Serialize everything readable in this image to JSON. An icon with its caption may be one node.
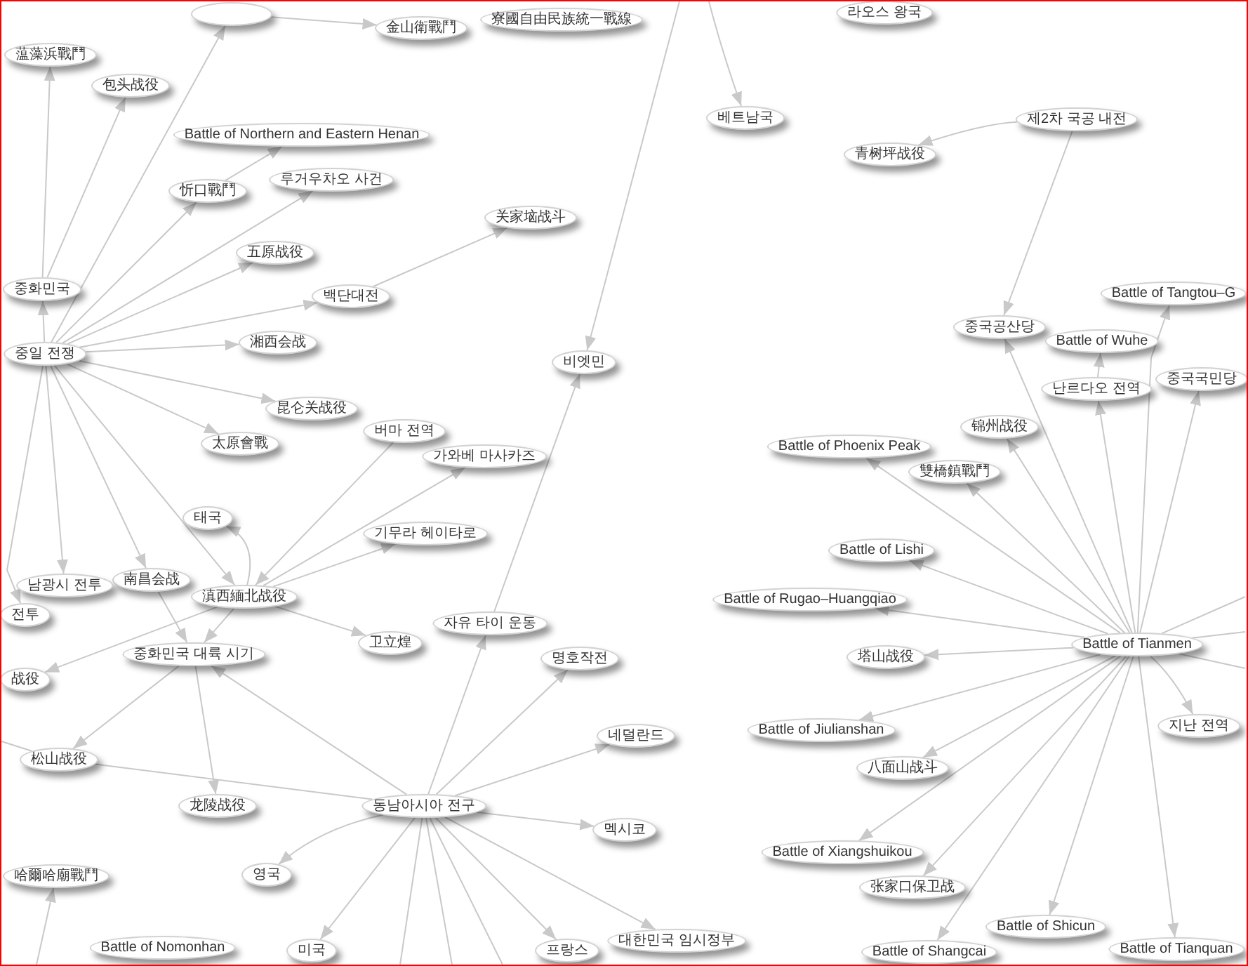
{
  "diagram": {
    "nodes": [
      {
        "text": [],
        "shape": "ellipse"
      },
      {
        "text": [
          "라오스 왕국"
        ]
      },
      {
        "text": [
          "寮國自由民族統一戰線"
        ]
      },
      {
        "text": [
          "金山衛戰鬥"
        ]
      },
      {
        "text": [
          "蕰藻浜戰鬥"
        ]
      },
      {
        "text": [
          "包头战役"
        ]
      },
      {
        "text": [
          "베트남국"
        ]
      },
      {
        "text": [
          "제2차 국공 내전"
        ]
      },
      {
        "text": [
          "Battle of Northern and Eastern Henan"
        ]
      },
      {
        "text": [
          "青树坪战役"
        ]
      },
      {
        "text": [
          "루거우차오 사건"
        ]
      },
      {
        "text": [
          "忻口戰鬥"
        ]
      },
      {
        "text": [
          "关家垴战斗"
        ]
      },
      {
        "text": [
          "五原战役"
        ]
      },
      {
        "text": [
          "중화민국"
        ]
      },
      {
        "text": [
          "Battle of Tangtou–G"
        ]
      },
      {
        "text": [
          "백단대전"
        ]
      },
      {
        "text": [
          "중국공산당"
        ]
      },
      {
        "text": [
          "Battle of Wuhe"
        ]
      },
      {
        "text": [
          "湘西会战"
        ]
      },
      {
        "text": [
          "중일 전쟁"
        ]
      },
      {
        "text": [
          "비엣민"
        ]
      },
      {
        "text": [
          "중국국민당"
        ]
      },
      {
        "text": [
          "난르다오 전역"
        ]
      },
      {
        "text": [
          "昆仑关战役"
        ]
      },
      {
        "text": [
          "锦州战役"
        ]
      },
      {
        "text": [
          "버마 전역"
        ]
      },
      {
        "text": [
          "太原會戰"
        ]
      },
      {
        "text": [
          "Battle of Phoenix Peak"
        ]
      },
      {
        "text": [
          "가와베 마사카즈"
        ]
      },
      {
        "text": [
          "雙橋鎮戰鬥"
        ]
      },
      {
        "text": [
          "태국"
        ]
      },
      {
        "text": [
          "기무라 헤이타로"
        ]
      },
      {
        "text": [
          "Battle of Lishi"
        ]
      },
      {
        "text": [
          "南昌会战"
        ]
      },
      {
        "text": [
          "남광시 전투"
        ]
      },
      {
        "text": [
          "滇西緬北战役"
        ]
      },
      {
        "text": [
          "Battle of Rugao–Huangqiao"
        ]
      },
      {
        "text": [
          "전투"
        ]
      },
      {
        "text": [
          "자유 타이 운동"
        ]
      },
      {
        "text": [
          "卫立煌"
        ]
      },
      {
        "text": [
          "Battle of Tianmen"
        ]
      },
      {
        "text": [
          "중화민국 대륙 시기"
        ]
      },
      {
        "text": [
          "塔山战役"
        ]
      },
      {
        "text": [
          "명호작전"
        ]
      },
      {
        "text": [
          "战役"
        ]
      },
      {
        "text": [
          "지난 전역"
        ]
      },
      {
        "text": [
          "Battle of Jiulianshan"
        ]
      },
      {
        "text": [
          "네덜란드"
        ]
      },
      {
        "text": [
          "松山战役"
        ]
      },
      {
        "text": [
          "八面山战斗"
        ]
      },
      {
        "text": [
          "동남아시아 전구"
        ]
      },
      {
        "text": [
          "龙陵战役"
        ]
      },
      {
        "text": [
          "멕시코"
        ]
      },
      {
        "text": [
          "Battle of Xiangshuikou"
        ]
      },
      {
        "text": [
          "张家口保卫战"
        ]
      },
      {
        "text": [
          "영국"
        ]
      },
      {
        "text": [
          "哈爾哈廟戰鬥"
        ]
      },
      {
        "text": [
          "Battle of Shicun"
        ]
      },
      {
        "text": [
          "대한민국 임시정부"
        ]
      },
      {
        "text": [
          "Battle of Tianquan"
        ]
      },
      {
        "text": [
          "Battle of Nomonhan"
        ]
      },
      {
        "text": [
          "프랑스"
        ]
      },
      {
        "text": [
          "미국"
        ]
      },
      {
        "text": [
          "Battle of Shangcai"
        ]
      }
    ],
    "edges": [
      {
        "from": 20,
        "to": 0,
        "arrow": "to"
      },
      {
        "from": 0,
        "to": 3,
        "arrow": "to"
      },
      {
        "from": 20,
        "to": 14,
        "arrow": "to"
      },
      {
        "from": 14,
        "to": 4,
        "arrow": "to"
      },
      {
        "from": 14,
        "to": 5,
        "arrow": "to"
      },
      {
        "from": 11,
        "to": 8,
        "arrow": "to"
      },
      {
        "from": 20,
        "to": 11,
        "arrow": "to"
      },
      {
        "from": 20,
        "to": 10,
        "arrow": "to"
      },
      {
        "from": 20,
        "to": 13,
        "arrow": "to"
      },
      {
        "from": 20,
        "to": 16,
        "arrow": "to"
      },
      {
        "from": 16,
        "to": 12,
        "arrow": "to"
      },
      {
        "from": 20,
        "to": 19,
        "arrow": "to"
      },
      {
        "from": 20,
        "to": 24,
        "arrow": "to"
      },
      {
        "from": 20,
        "to": 27,
        "arrow": "to"
      },
      {
        "from": 20,
        "to": 36,
        "arrow": "to"
      },
      {
        "from": 20,
        "to": 34,
        "arrow": "to"
      },
      {
        "from": 20,
        "to": 35,
        "arrow": "to"
      },
      {
        "from": 20,
        "to": 38,
        "arrow": "to"
      },
      {
        "from": 7,
        "to": 9,
        "arrow": "to"
      },
      {
        "from": 7,
        "to": 17,
        "arrow": "to"
      },
      {
        "from": null,
        "to": 21,
        "arrow": "to"
      },
      {
        "from": null,
        "to": 6,
        "arrow": "to"
      },
      {
        "from": 36,
        "to": 31,
        "arrow": "to"
      },
      {
        "from": 26,
        "to": 36,
        "arrow": "to"
      },
      {
        "from": 36,
        "to": 29,
        "arrow": "to"
      },
      {
        "from": 36,
        "to": 32,
        "arrow": "to"
      },
      {
        "from": 36,
        "to": 40,
        "arrow": "to"
      },
      {
        "from": 36,
        "to": 42,
        "arrow": "to"
      },
      {
        "from": 36,
        "to": 45,
        "arrow": "to"
      },
      {
        "from": 34,
        "to": 42,
        "arrow": "to"
      },
      {
        "from": 51,
        "to": 42,
        "arrow": "to"
      },
      {
        "from": 42,
        "to": 49,
        "arrow": "to"
      },
      {
        "from": 42,
        "to": 52,
        "arrow": "to"
      },
      {
        "from": 49,
        "to": 51,
        "arrow": "none"
      },
      {
        "from": null,
        "to": 49,
        "arrow": "none"
      },
      {
        "from": 51,
        "to": 39,
        "arrow": "to"
      },
      {
        "from": 39,
        "to": 21,
        "arrow": "to"
      },
      {
        "from": 51,
        "to": 44,
        "arrow": "to"
      },
      {
        "from": 51,
        "to": 48,
        "arrow": "to"
      },
      {
        "from": 51,
        "to": 53,
        "arrow": "to"
      },
      {
        "from": 51,
        "to": 56,
        "arrow": "to"
      },
      {
        "from": 51,
        "to": 63,
        "arrow": "to"
      },
      {
        "from": 51,
        "to": 62,
        "arrow": "to"
      },
      {
        "from": 51,
        "to": 59,
        "arrow": "to"
      },
      {
        "from": 51,
        "to": null,
        "arrow": "none"
      },
      {
        "from": 51,
        "to": null,
        "arrow": "none"
      },
      {
        "from": 51,
        "to": null,
        "arrow": "none"
      },
      {
        "from": null,
        "to": 57,
        "arrow": "to"
      },
      {
        "from": 41,
        "to": 15,
        "arrow": "to"
      },
      {
        "from": 41,
        "to": 17,
        "arrow": "to"
      },
      {
        "from": 23,
        "to": 18,
        "arrow": "to"
      },
      {
        "from": 41,
        "to": 23,
        "arrow": "to"
      },
      {
        "from": 41,
        "to": 22,
        "arrow": "to"
      },
      {
        "from": 41,
        "to": 25,
        "arrow": "to"
      },
      {
        "from": 41,
        "to": 28,
        "arrow": "to"
      },
      {
        "from": 41,
        "to": 30,
        "arrow": "to"
      },
      {
        "from": 41,
        "to": 33,
        "arrow": "to"
      },
      {
        "from": 41,
        "to": 37,
        "arrow": "to"
      },
      {
        "from": 41,
        "to": 43,
        "arrow": "to"
      },
      {
        "from": 41,
        "to": 47,
        "arrow": "to"
      },
      {
        "from": 41,
        "to": 50,
        "arrow": "to"
      },
      {
        "from": 41,
        "to": 54,
        "arrow": "to"
      },
      {
        "from": 41,
        "to": 55,
        "arrow": "to"
      },
      {
        "from": 41,
        "to": 64,
        "arrow": "to"
      },
      {
        "from": 41,
        "to": 58,
        "arrow": "to"
      },
      {
        "from": 41,
        "to": 60,
        "arrow": "to"
      },
      {
        "from": 41,
        "to": 46,
        "arrow": "to"
      },
      {
        "from": 41,
        "to": null,
        "arrow": "none"
      },
      {
        "from": 41,
        "to": null,
        "arrow": "none"
      },
      {
        "from": 41,
        "to": null,
        "arrow": "none"
      }
    ]
  }
}
